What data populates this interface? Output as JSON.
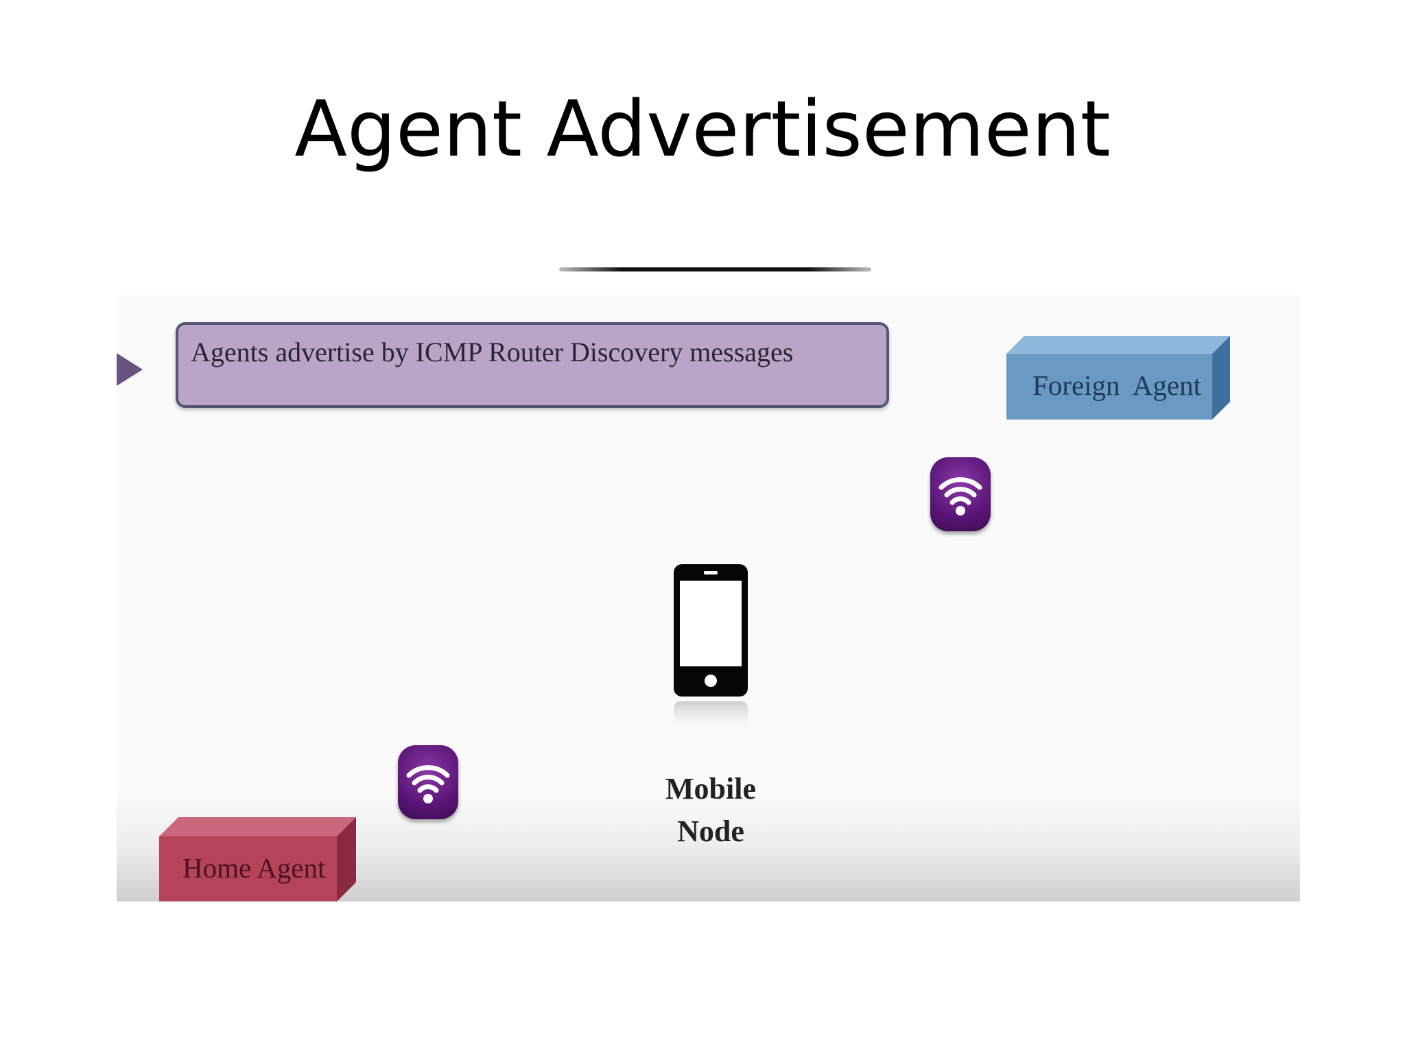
{
  "title": "Agent Advertisement",
  "message": "Agents advertise by ICMP Router Discovery messages",
  "foreign_agent": {
    "label": "Foreign  Agent",
    "color": "#6a9ac4"
  },
  "home_agent": {
    "label": "Home Agent",
    "color": "#b5435a"
  },
  "mobile_node": {
    "line1": "Mobile",
    "line2": "Node",
    "icon": "smartphone-icon"
  },
  "wifi_icon": "wifi-icon",
  "colors": {
    "message_box": "#baa5c9",
    "wifi": "#5a1577"
  }
}
